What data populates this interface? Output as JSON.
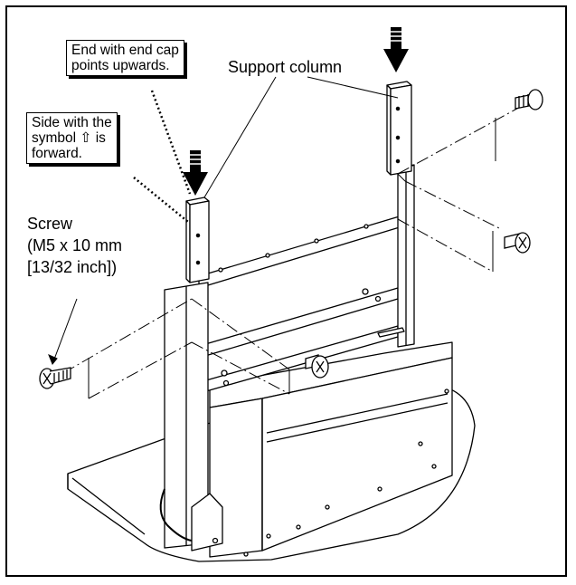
{
  "labels": {
    "end_cap_note": "End with end cap\npoints upwards.",
    "forward_note": "Side with the\nsymbol ⇧ is\nforward.",
    "support_column": "Support column",
    "screw": "Screw\n(M5 x 10 mm\n[13/32 inch])"
  },
  "colors": {
    "line": "#000000",
    "background": "#ffffff"
  }
}
